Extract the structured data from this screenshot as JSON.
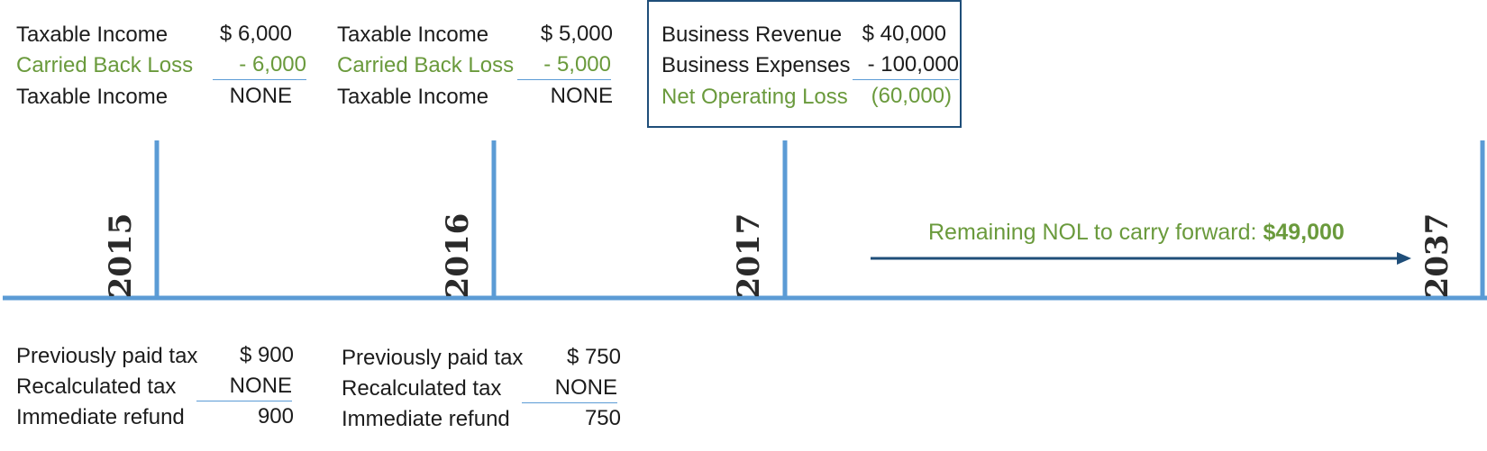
{
  "col_2015_top": {
    "rows": [
      {
        "label": "Taxable Income",
        "value": "$ 6,000"
      },
      {
        "label": "Carried Back Loss",
        "value": "- 6,000"
      },
      {
        "label": "Taxable Income",
        "value": "NONE"
      }
    ]
  },
  "col_2016_top": {
    "rows": [
      {
        "label": "Taxable Income",
        "value": "$ 5,000"
      },
      {
        "label": "Carried Back Loss",
        "value": "- 5,000"
      },
      {
        "label": "Taxable Income",
        "value": "NONE"
      }
    ]
  },
  "col_2017_top": {
    "rows": [
      {
        "label": "Business Revenue",
        "value": "$ 40,000"
      },
      {
        "label": "Business Expenses",
        "value": "- 100,000"
      },
      {
        "label": "Net Operating Loss",
        "value": "(60,000)"
      }
    ]
  },
  "timeline": {
    "years": [
      "2015",
      "2016",
      "2017",
      "2037"
    ],
    "nol_label": "Remaining NOL to carry forward:",
    "nol_amount": "$49,000",
    "colors": {
      "line": "#5b9bd5",
      "arrow": "#1f4e79",
      "green": "#6a9a3c"
    }
  },
  "col_2015_bottom": {
    "rows": [
      {
        "label": "Previously paid tax",
        "value": "$ 900"
      },
      {
        "label": "Recalculated tax",
        "value": "NONE"
      },
      {
        "label": "Immediate refund",
        "value": "900"
      }
    ]
  },
  "col_2016_bottom": {
    "rows": [
      {
        "label": "Previously paid tax",
        "value": "$ 750"
      },
      {
        "label": "Recalculated tax",
        "value": "NONE"
      },
      {
        "label": "Immediate refund",
        "value": "750"
      }
    ]
  }
}
